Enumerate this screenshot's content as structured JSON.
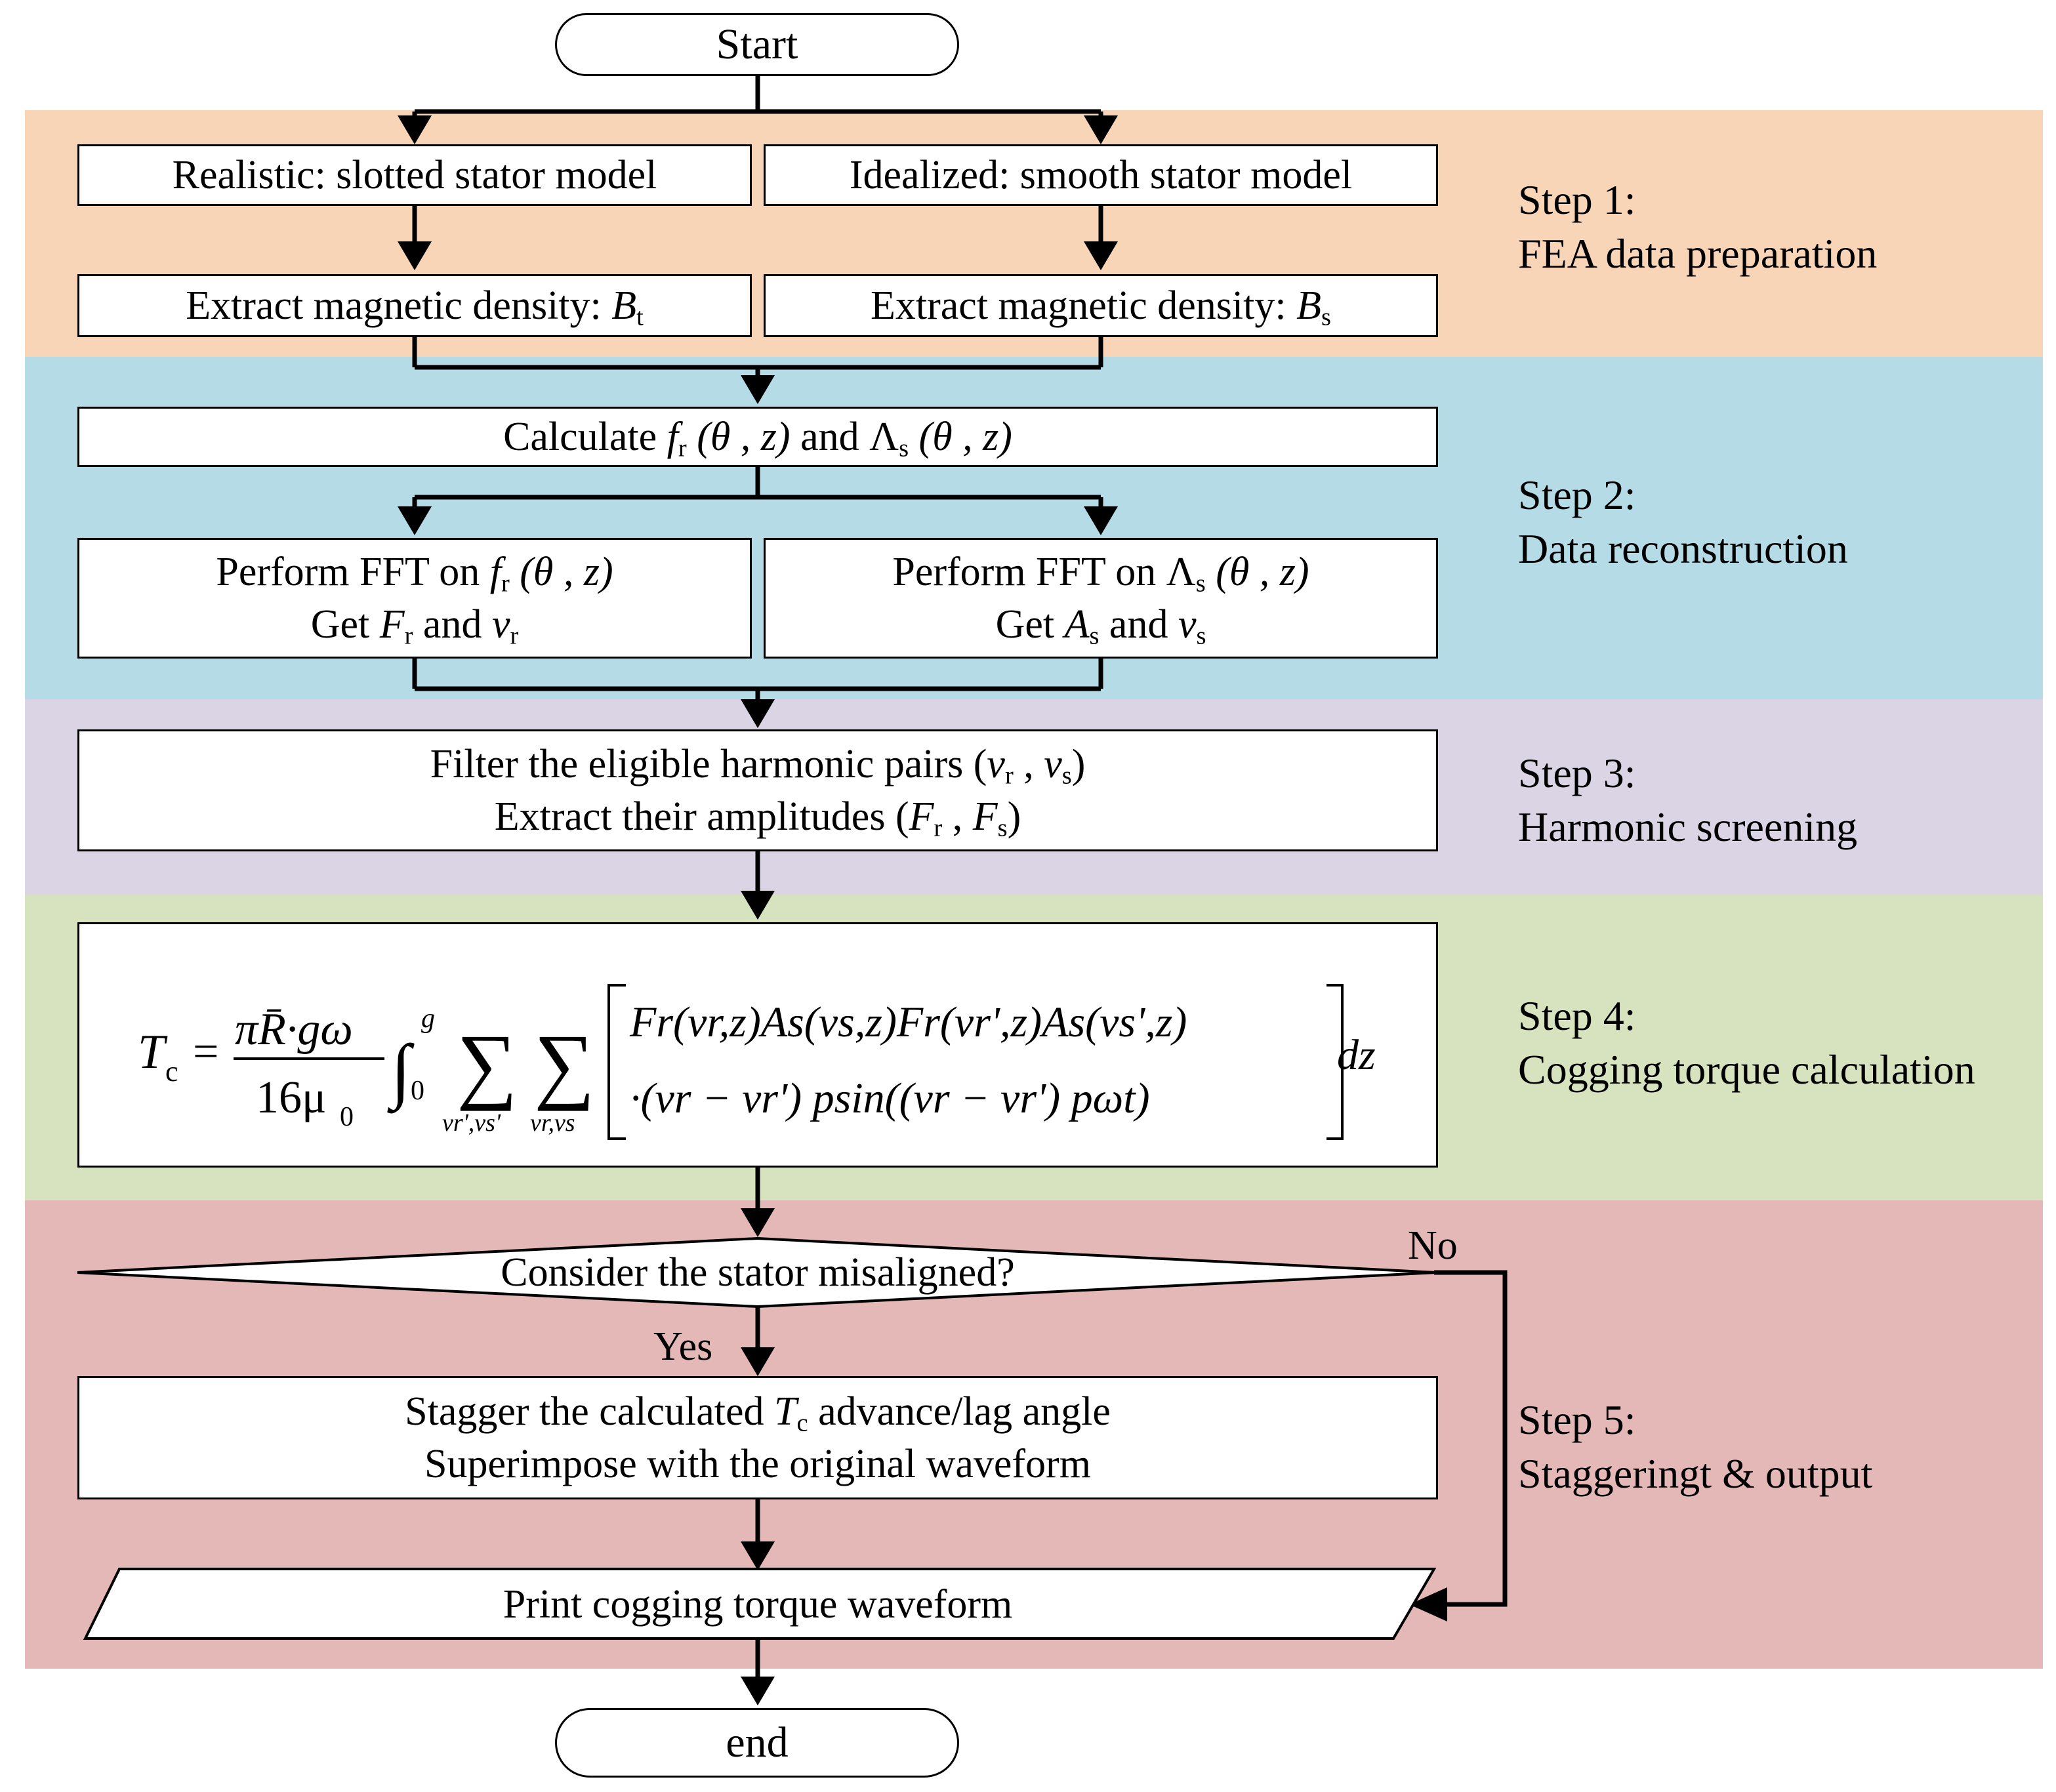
{
  "colors": {
    "step1_bg": "#f9d5b8",
    "step2_bg": "#b5dbe6",
    "step3_bg": "#dbd4e4",
    "step4_bg": "#d7e3be",
    "step5_bg": "#e4b8b6"
  },
  "terminals": {
    "start": "Start",
    "end": "end"
  },
  "steps": [
    {
      "label": "Step 1:",
      "title": "FEA data preparation"
    },
    {
      "label": "Step 2:",
      "title": "Data reconstruction"
    },
    {
      "label": "Step 3:",
      "title": "Harmonic screening"
    },
    {
      "label": "Step 4:",
      "title": "Cogging torque calculation"
    },
    {
      "label": "Step 5:",
      "title": "Staggeringt & output"
    }
  ],
  "step1": {
    "realistic_model": "Realistic: slotted stator model",
    "idealized_model": "Idealized: smooth stator model",
    "extract_prefix": "Extract magnetic density: ",
    "bt_symbol": "B",
    "bt_sub": "t",
    "bs_symbol": "B",
    "bs_sub": "s"
  },
  "step2": {
    "calc_prefix": "Calculate ",
    "and": " and ",
    "f_symbol": "f",
    "r_sub": "r",
    "lambda_symbol": "Λ",
    "s_sub": "s",
    "args": " (θ , z)",
    "fft_prefix": "Perform FFT on ",
    "get": "Get ",
    "F_symbol": "F",
    "A_symbol": "A",
    "nu_symbol": "ν"
  },
  "step3": {
    "filter_prefix": "Filter the eligible harmonic pairs (",
    "extract_prefix": "Extract their amplitudes (",
    "sep": " , ",
    "close": ")"
  },
  "step4": {
    "formula": {
      "lhs": "T",
      "lhs_sub": "c",
      "numerator": "πR̄·gω",
      "denominator": "16μ",
      "denominator_sub": "0",
      "int_upper": "g",
      "int_lower": "0",
      "sum1_sub": "νr',νs'",
      "sum2_sub": "νr,νs",
      "row1": "Fr(νr,z)As(νs,z)Fr(νr',z)As(νs',z)",
      "row2": "·(νr − νr') psin((νr − νr') pωt)",
      "tail": "dz"
    }
  },
  "step5": {
    "decision": "Consider the stator misaligned?",
    "no_label": "No",
    "yes_label": "Yes",
    "stagger_prefix": "Stagger the calculated ",
    "stagger_suffix": " advance/lag angle",
    "T_symbol": "T",
    "c_sub": "c",
    "superimpose": "Superimpose with the original waveform",
    "print": "Print cogging torque waveform"
  }
}
